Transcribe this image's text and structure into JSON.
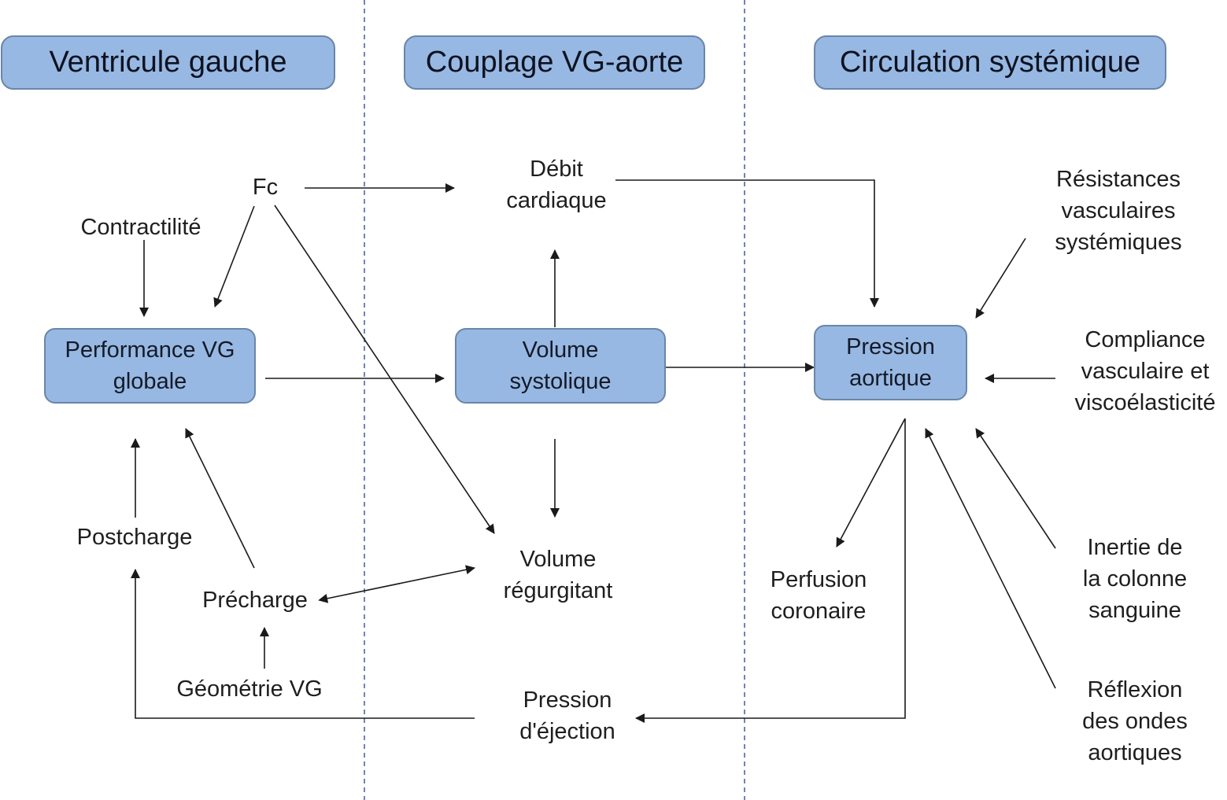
{
  "colors": {
    "box_fill": "#97b8e2",
    "box_border": "#6a86a8",
    "divider": "#3a5dab",
    "arrow": "#1a1a1a"
  },
  "columns": [
    {
      "title": "Ventricule gauche"
    },
    {
      "title": "Couplage VG-aorte"
    },
    {
      "title": "Circulation systémique"
    }
  ],
  "nodes": {
    "performance_vg": {
      "lines": [
        "Performance VG",
        "globale"
      ]
    },
    "volume_systolique": {
      "lines": [
        "Volume",
        "systolique"
      ]
    },
    "pression_aortique": {
      "lines": [
        "Pression",
        "aortique"
      ]
    }
  },
  "labels": {
    "fc": {
      "lines": [
        "Fc"
      ]
    },
    "contractilite": {
      "lines": [
        "Contractilité"
      ]
    },
    "postcharge": {
      "lines": [
        "Postcharge"
      ]
    },
    "precharge": {
      "lines": [
        "Précharge"
      ]
    },
    "geometrie_vg": {
      "lines": [
        "Géométrie VG"
      ]
    },
    "debit_cardiaque": {
      "lines": [
        "Débit",
        "cardiaque"
      ]
    },
    "volume_regurgitant": {
      "lines": [
        "Volume",
        "régurgitant"
      ]
    },
    "pression_ejection": {
      "lines": [
        "Pression",
        "d'éjection"
      ]
    },
    "resistances": {
      "lines": [
        "Résistances",
        "vasculaires",
        "systémiques"
      ]
    },
    "compliance": {
      "lines": [
        "Compliance",
        "vasculaire et",
        "viscoélasticité"
      ]
    },
    "perfusion": {
      "lines": [
        "Perfusion",
        "coronaire"
      ]
    },
    "inertie": {
      "lines": [
        "Inertie de",
        "la colonne",
        "sanguine"
      ]
    },
    "reflexion": {
      "lines": [
        "Réflexion",
        "des ondes",
        "aortiques"
      ]
    }
  },
  "edges": [
    {
      "from": "Fc",
      "to": "Débit cardiaque"
    },
    {
      "from": "Fc",
      "to": "Performance VG globale"
    },
    {
      "from": "Fc",
      "to": "Volume régurgitant"
    },
    {
      "from": "Contractilité",
      "to": "Performance VG globale"
    },
    {
      "from": "Performance VG globale",
      "to": "Volume systolique"
    },
    {
      "from": "Volume systolique",
      "to": "Débit cardiaque"
    },
    {
      "from": "Volume systolique",
      "to": "Pression aortique"
    },
    {
      "from": "Volume systolique",
      "to": "Volume régurgitant"
    },
    {
      "from": "Débit cardiaque",
      "to": "Pression aortique"
    },
    {
      "from": "Volume régurgitant",
      "to": "Précharge",
      "bidirectional": true
    },
    {
      "from": "Précharge",
      "to": "Performance VG globale"
    },
    {
      "from": "Postcharge",
      "to": "Performance VG globale"
    },
    {
      "from": "Géométrie VG",
      "to": "Précharge"
    },
    {
      "from": "Pression d'éjection",
      "to": "Postcharge"
    },
    {
      "from": "Pression aortique",
      "to": "Pression d'éjection"
    },
    {
      "from": "Pression aortique",
      "to": "Perfusion coronaire"
    },
    {
      "from": "Résistances vasculaires systémiques",
      "to": "Pression aortique"
    },
    {
      "from": "Compliance vasculaire et viscoélasticité",
      "to": "Pression aortique"
    },
    {
      "from": "Inertie de la colonne sanguine",
      "to": "Pression aortique"
    },
    {
      "from": "Réflexion des ondes aortiques",
      "to": "Pression aortique"
    }
  ]
}
